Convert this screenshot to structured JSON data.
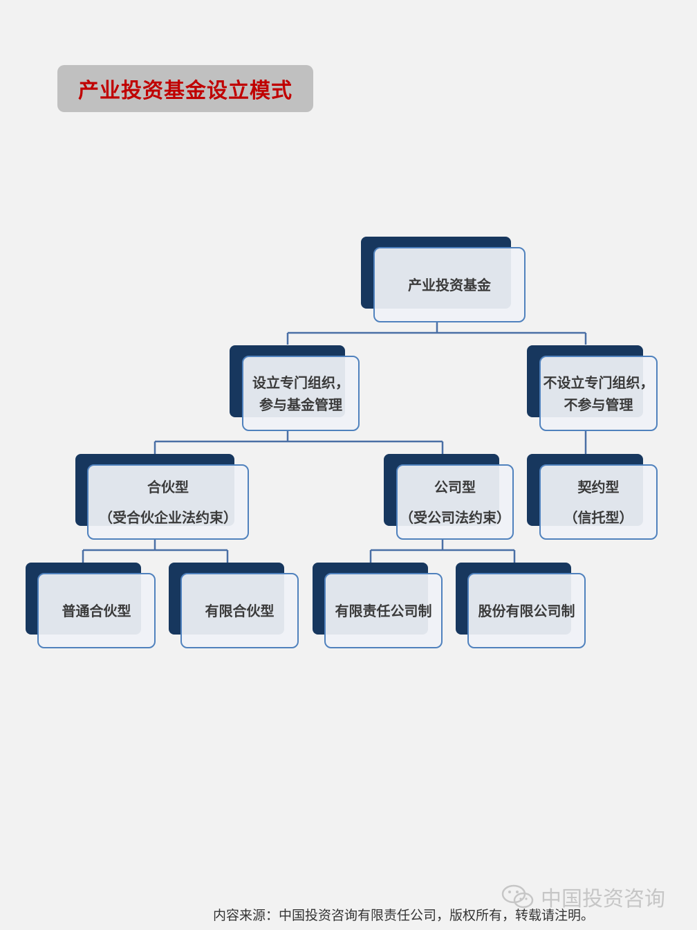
{
  "title": "产业投资基金设立模式",
  "nodes": {
    "root": [
      "产业投资基金"
    ],
    "dedicated_org": [
      "设立专门组织，",
      "参与基金管理"
    ],
    "no_dedicated_org": [
      "不设立专门组织，",
      "不参与管理"
    ],
    "partnership": [
      "合伙型",
      "（受合伙企业法约束）"
    ],
    "company": [
      "公司型",
      "（受公司法约束）"
    ],
    "contract": [
      "契约型",
      "（信托型）"
    ],
    "general_partnership": [
      "普通合伙型"
    ],
    "limited_partnership": [
      "有限合伙型"
    ],
    "limited_liability_company": [
      "有限责任公司制"
    ],
    "joint_stock_company": [
      "股份有限公司制"
    ]
  },
  "footer": "内容来源：中国投资咨询有限责任公司，版权所有，转载请注明。",
  "watermark": "中国投资咨询",
  "colors": {
    "title_text": "#c00000",
    "title_bg": "#c0c0c0",
    "node_back": "#17375e",
    "node_border": "#4f81bd",
    "connector": "#4a6fa5",
    "background": "#f2f2f2"
  }
}
